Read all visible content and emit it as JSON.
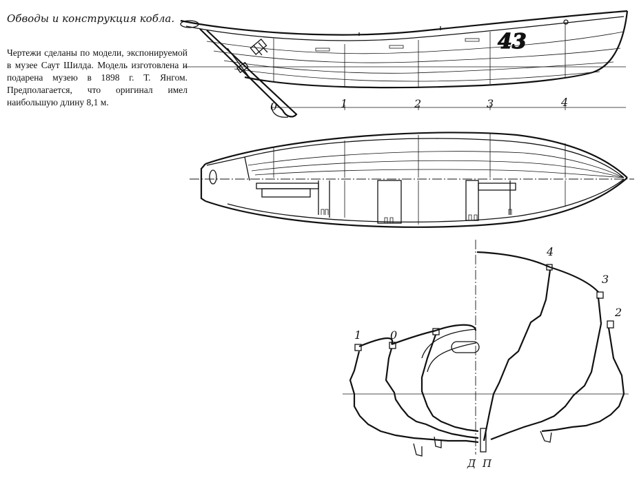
{
  "title": "Обводы и конструкция кобла.",
  "caption": "Чертежи сделаны по модели, экспонируемой в музее Саут Шилда. Модель изготовлена и подарена музею в 1898 г. Т. Янгом. Предполагается, что оригинал имел наибольшую длину 8,1 м.",
  "profile": {
    "hull_number": "43",
    "station_labels": [
      "0",
      "1",
      "2",
      "3",
      "4"
    ]
  },
  "body_plan": {
    "stations_left": [
      "1",
      "0"
    ],
    "stations_right": [
      "4",
      "3",
      "2"
    ],
    "bottom_labels": [
      "Д",
      "П"
    ]
  }
}
